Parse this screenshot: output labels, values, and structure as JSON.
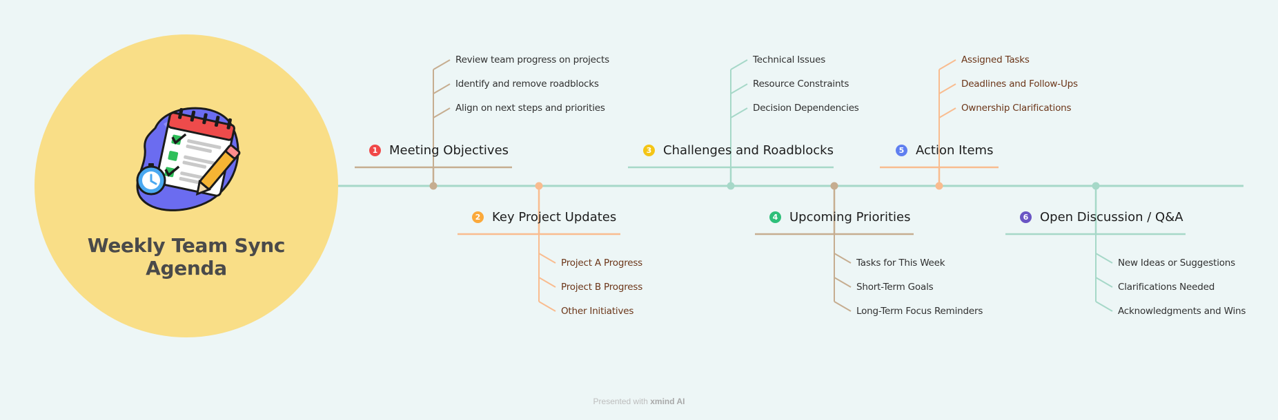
{
  "title_lines": [
    "Weekly Team Sync",
    "Agenda"
  ],
  "colors": {
    "background": "#edf6f6",
    "hub": "#f9de87",
    "spine": "#a6d8c8",
    "taupe": "#c6ad90",
    "peach": "#f9bc8f",
    "mint": "#a6d8c8",
    "badge_red": "#f04848",
    "badge_orange": "#fba93b",
    "badge_yellow": "#f4c516",
    "badge_green": "#2ebf7a",
    "badge_blue": "#5f7ff0",
    "badge_purple": "#6a55c4"
  },
  "illustration_icon": "calendar-checklist-icon",
  "topics": [
    {
      "number": "1",
      "label": "Meeting Objectives",
      "subtopics": [
        "Review team progress on projects",
        "Identify and remove roadblocks",
        "Align on next steps and priorities"
      ]
    },
    {
      "number": "2",
      "label": "Key Project Updates",
      "subtopics": [
        "Project A Progress",
        "Project B Progress",
        "Other Initiatives"
      ]
    },
    {
      "number": "3",
      "label": "Challenges and Roadblocks",
      "subtopics": [
        "Technical Issues",
        "Resource Constraints",
        "Decision Dependencies"
      ]
    },
    {
      "number": "4",
      "label": "Upcoming Priorities",
      "subtopics": [
        "Tasks for This Week",
        "Short-Term Goals",
        "Long-Term Focus Reminders"
      ]
    },
    {
      "number": "5",
      "label": "Action Items",
      "subtopics": [
        "Assigned Tasks",
        "Deadlines and Follow-Ups",
        "Ownership Clarifications"
      ]
    },
    {
      "number": "6",
      "label": "Open Discussion / Q&A",
      "subtopics": [
        "New Ideas or Suggestions",
        "Clarifications Needed",
        "Acknowledgments and Wins"
      ]
    }
  ],
  "footer": {
    "prefix": "Presented with ",
    "brand": "xmind AI"
  }
}
